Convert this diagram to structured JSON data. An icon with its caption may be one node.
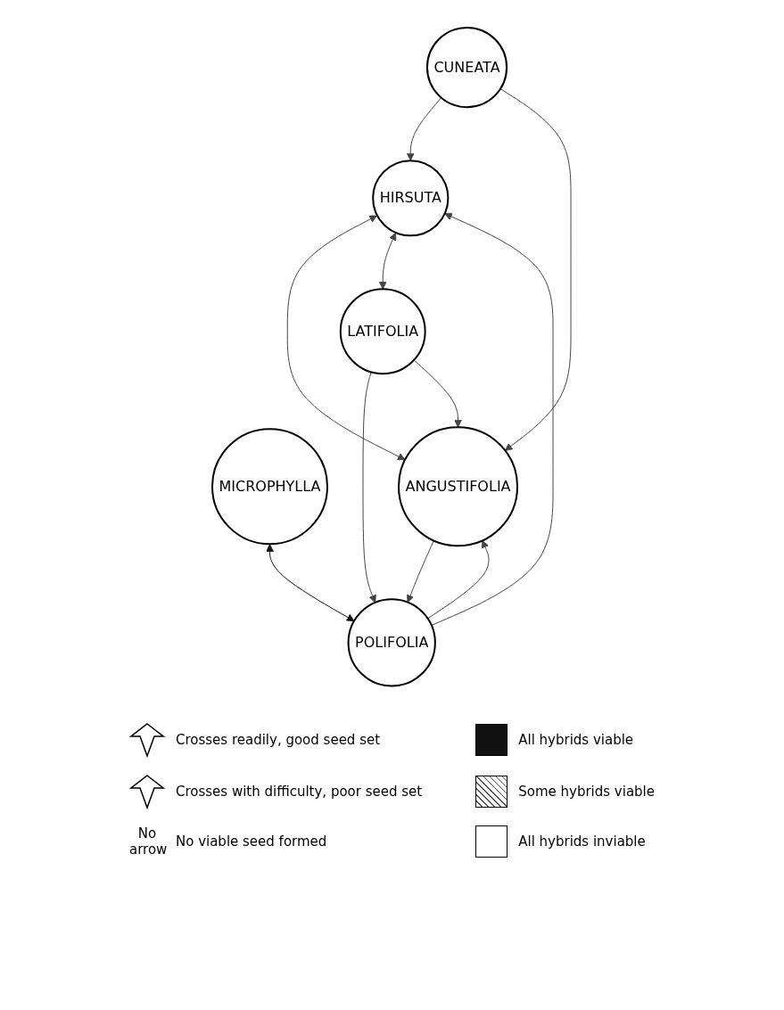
{
  "diagram": {
    "nodes": [
      {
        "text": [
          "CUNEATA"
        ]
      },
      {
        "text": [
          "MICROPHYLLA"
        ]
      },
      {
        "text": [
          "HIRSUTA"
        ]
      },
      {
        "text": [
          "POLIFOLIA"
        ]
      },
      {
        "text": [
          "LATIFOLIA"
        ]
      },
      {
        "text": [
          "ANGUSTIFOLIA"
        ]
      }
    ],
    "edges": [
      {
        "from": 0,
        "to": 2,
        "arrow": "to"
      },
      {
        "from": 1,
        "to": 3,
        "arrow": "both",
        "color": "#111111"
      },
      {
        "from": 3,
        "to": 2,
        "arrow": "to"
      },
      {
        "from": 0,
        "to": 5,
        "arrow": "to"
      },
      {
        "from": 2,
        "to": 5,
        "arrow": "both"
      },
      {
        "from": 2,
        "to": 4,
        "arrow": "both"
      },
      {
        "from": 4,
        "to": 3,
        "arrow": "to"
      },
      {
        "from": 4,
        "to": 5,
        "arrow": "to"
      },
      {
        "from": 3,
        "to": 5,
        "arrow": "to"
      },
      {
        "from": 5,
        "to": 3,
        "arrow": "to"
      }
    ],
    "labels": [
      "No arrow"
    ],
    "legend": [
      {
        "text": "Crosses readily, good seed set"
      },
      {
        "text": "All hybrids viable",
        "color": "#111111"
      },
      {
        "text": "Crosses with difficulty, poor seed set"
      },
      {
        "text": "Some hybrids viable"
      },
      {
        "text": "No viable seed formed"
      },
      {
        "text": "All hybrids inviable",
        "color": "#ffffff"
      }
    ]
  }
}
